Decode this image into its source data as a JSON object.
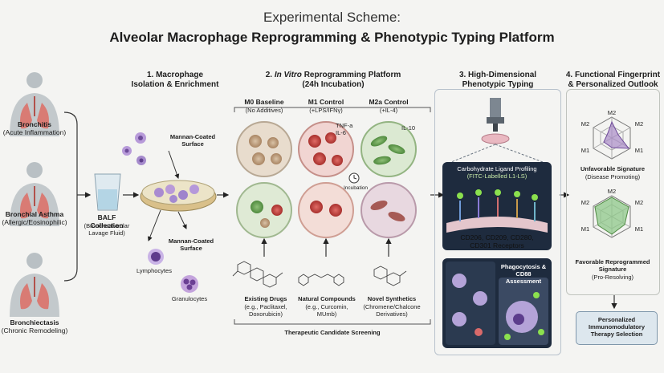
{
  "title": {
    "line1": "Experimental Scheme:",
    "line2": "Alveolar Macrophage Reprogramming & Phenotypic Typing Platform"
  },
  "patients": [
    {
      "name": "Bronchitis",
      "desc": "(Acute Inflammation)"
    },
    {
      "name": "Bronchial Asthma",
      "desc": "(Allergic/Eosinophilic)"
    },
    {
      "name": "Bronchiectasis",
      "desc": "(Chronic Remodeling)"
    }
  ],
  "step1": {
    "title": "1. Macrophage\nIsolation & Enrichment",
    "balf_title": "BALF Collection",
    "balf_desc": "(Bronchoalveolar\nLavage Fluid)",
    "surface_top": "Mannan-Coated\nSurface",
    "surface_bottom": "Mannan-Coated\nSurface",
    "lymphocytes": "Lymphocytes",
    "granulocytes": "Granulocytes"
  },
  "step2": {
    "title_num": "2.",
    "title_italic": "In Vitro",
    "title_rest": "Reprogramming Platform",
    "title_sub": "(24h Incubation)",
    "controls": [
      {
        "name": "M0 Baseline",
        "desc": "(No Additives)"
      },
      {
        "name": "M1 Control",
        "desc": "(+LPS/IFNγ)"
      },
      {
        "name": "M2a Control",
        "desc": "(+IL-4)"
      }
    ],
    "cytokines_m1": "TNF-a\nIL-6",
    "cytokines_m2": "IL-10",
    "incubation": "Incubation",
    "candidates": [
      {
        "name": "Existing Drugs",
        "desc": "(e.g., Paclitaxel,\nDoxorubicin)"
      },
      {
        "name": "Natural Compounds",
        "desc": "(e.g., Curcomin,\nMUmb)"
      },
      {
        "name": "Novel Synthetics",
        "desc": "(Chromene/Chalcone\nDerivatives)"
      }
    ],
    "screening": "Therapeutic Candidate Screening"
  },
  "step3": {
    "title": "3. High-Dimensional\nPhenotypic Typing",
    "profiling_title": "Carbohydrate Ligand Profiling",
    "profiling_sub": "(FITC-Labelled L1-LS)",
    "receptors": "CD206, CD209, CD280,\nCD301 Receptors",
    "phago": "Phagocytosis &\nCD88 Assessment"
  },
  "step4": {
    "title": "4. Functional Fingerprint\n& Personalized Outlook",
    "radar_labels": [
      "M2",
      "M2",
      "M1",
      "M1",
      "M2"
    ],
    "unfavorable_title": "Unfavorable Signature",
    "unfavorable_desc": "(Disease Promoting)",
    "favorable_title": "Favorable Reprogrammed\nSignature",
    "favorable_desc": "(Pro-Resolving)",
    "therapy": "Personalized\nImmunomodulatory\nTherapy Selection"
  },
  "colors": {
    "m1": "#c8413f",
    "m2": "#5d9b4e",
    "m0": "#b99375",
    "fitc": "#8be04e",
    "dark": "#1e2b3e"
  }
}
